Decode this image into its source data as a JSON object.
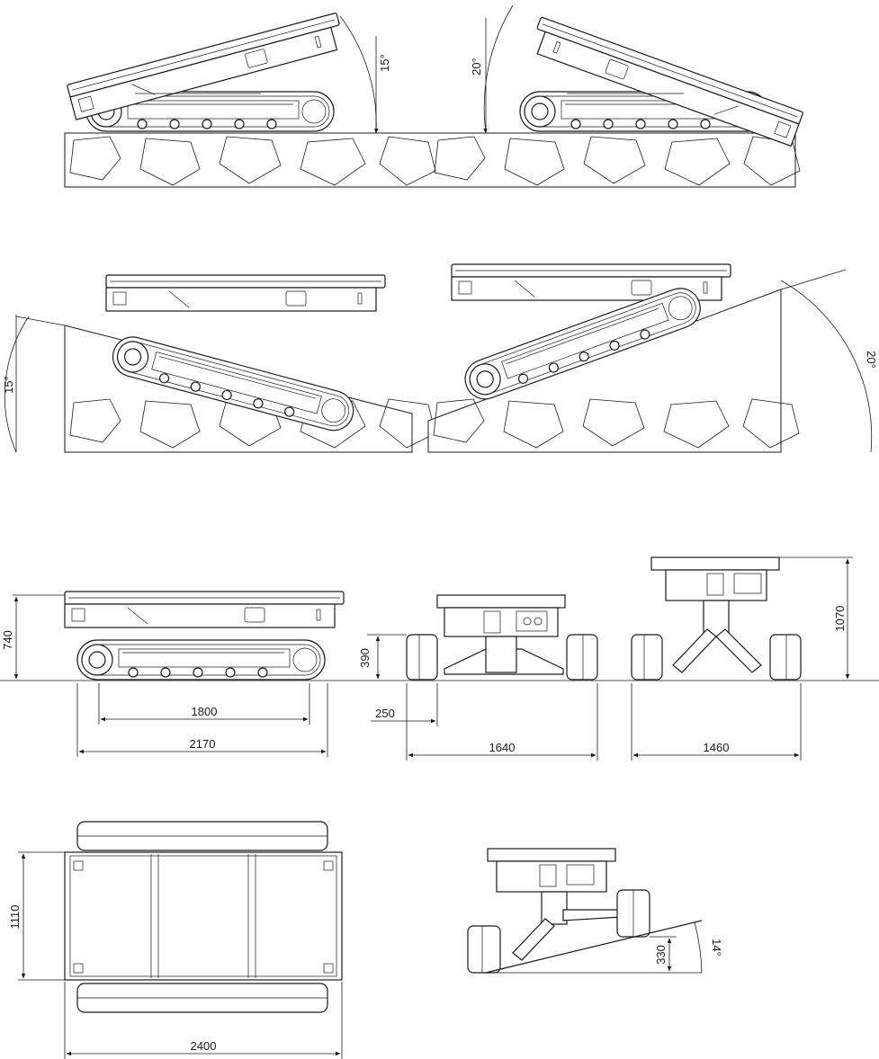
{
  "labels": {
    "angle_uphill_left": "15°",
    "angle_uphill_right": "20°",
    "angle_side_left": "15°",
    "angle_side_right": "20°",
    "height_side": "740",
    "track_contact_length": "1800",
    "overall_length": "2170",
    "low_height": "390",
    "track_width": "250",
    "width_low": "1640",
    "height_high": "1070",
    "width_high": "1460",
    "top_width": "1110",
    "top_length": "2400",
    "slope_height": "330",
    "slope_angle": "14°"
  },
  "colors": {
    "line": "#1a1a1a",
    "background": "#ffffff"
  }
}
